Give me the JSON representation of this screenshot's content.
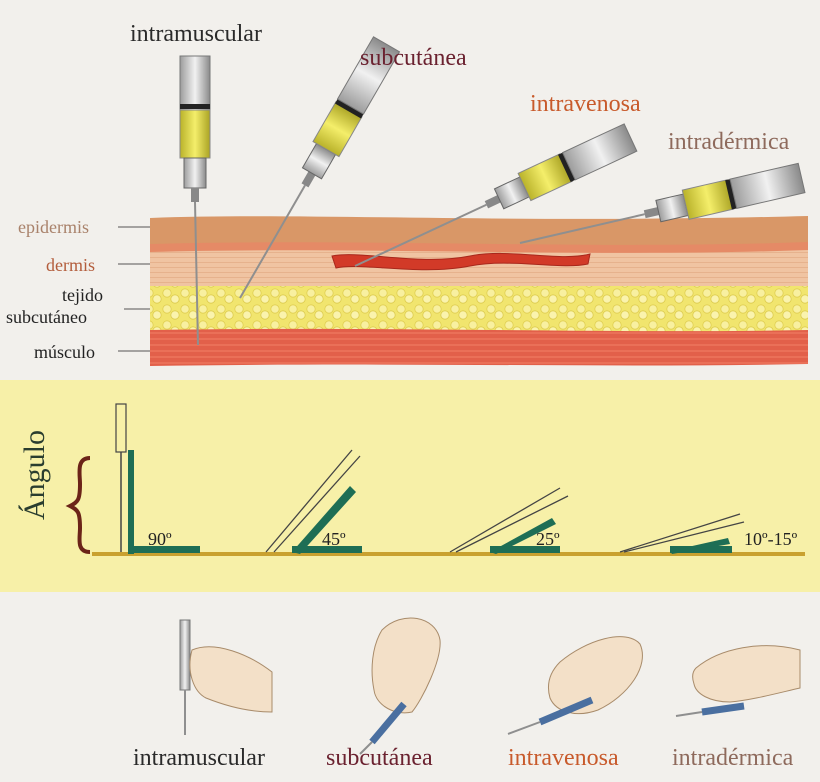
{
  "colors": {
    "intramuscular": "#2a2a2a",
    "subcutanea": "#6b2230",
    "intravenosa": "#c85a2b",
    "intradermica": "#8e6a5c",
    "epidermis_label": "#a9826b",
    "dermis_label": "#b35d3c",
    "tejido_label": "#222222",
    "musculo_label": "#222222",
    "angle_band": "#f7f0a8",
    "angle_marker": "#1e6e55",
    "baseline": "#c9a12f"
  },
  "top_labels": {
    "intramuscular": "intramuscular",
    "subcutanea": "subcutánea",
    "intravenosa": "intravenosa",
    "intradermica": "intradérmica"
  },
  "layers": {
    "epidermis": "epidermis",
    "dermis": "dermis",
    "tejido_line1": "tejido",
    "tejido_line2": "subcutáneo",
    "musculo": "músculo"
  },
  "angle_section": {
    "title": "Ángulo",
    "angles": [
      "90º",
      "45º",
      "25º",
      "10º-15º"
    ]
  },
  "bottom_labels": {
    "intramuscular": "intramuscular",
    "subcutanea": "subcutánea",
    "intravenosa": "intravenosa",
    "intradermica": "intradérmica"
  }
}
